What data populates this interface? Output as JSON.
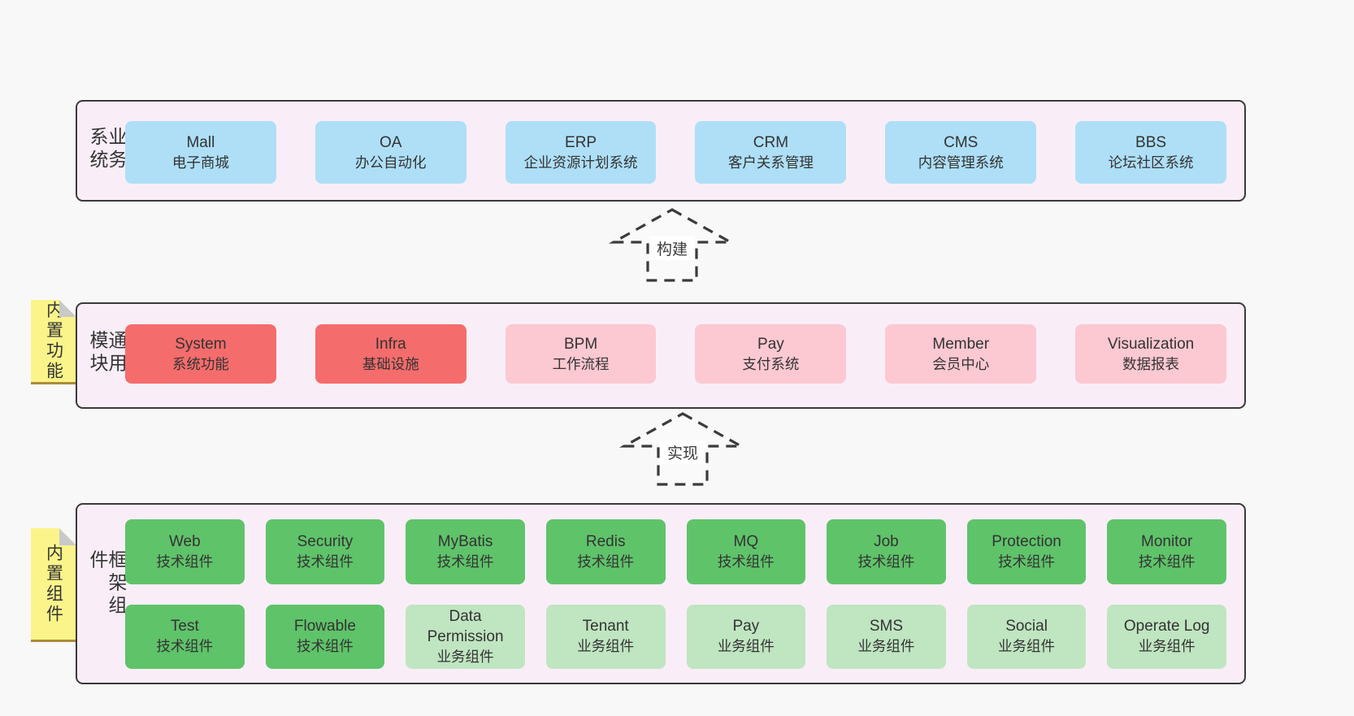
{
  "colors": {
    "page_bg": "#f8f8f8",
    "band_bg": "#f9eef7",
    "band_border": "#3a3a3a",
    "blue_box": "#aedff7",
    "red_box": "#f56c6c",
    "pink_box": "#fcc8d2",
    "green_box": "#5fc36a",
    "green_light_box": "#c0e5c1",
    "note_yellow": "#faf48a",
    "note_fold_gray": "#c9c9c9",
    "text": "#333333"
  },
  "arrows": [
    {
      "label": "构建"
    },
    {
      "label": "实现"
    }
  ],
  "sections": [
    {
      "label": "业务系统",
      "items": [
        {
          "name": "Mall",
          "desc": "电子商城"
        },
        {
          "name": "OA",
          "desc": "办公自动化"
        },
        {
          "name": "ERP",
          "desc": "企业资源计划系统"
        },
        {
          "name": "CRM",
          "desc": "客户关系管理"
        },
        {
          "name": "CMS",
          "desc": "内容管理系统"
        },
        {
          "name": "BBS",
          "desc": "论坛社区系统"
        }
      ]
    },
    {
      "label": "通用模块",
      "note": "内置功能",
      "items": [
        {
          "name": "System",
          "desc": "系统功能"
        },
        {
          "name": "Infra",
          "desc": "基础设施"
        },
        {
          "name": "BPM",
          "desc": "工作流程"
        },
        {
          "name": "Pay",
          "desc": "支付系统"
        },
        {
          "name": "Member",
          "desc": "会员中心"
        },
        {
          "name": "Visualization",
          "desc": "数据报表"
        }
      ]
    },
    {
      "label": "框架组件",
      "note": "内置组件",
      "rows": [
        [
          {
            "name": "Web",
            "desc": "技术组件"
          },
          {
            "name": "Security",
            "desc": "技术组件"
          },
          {
            "name": "MyBatis",
            "desc": "技术组件"
          },
          {
            "name": "Redis",
            "desc": "技术组件"
          },
          {
            "name": "MQ",
            "desc": "技术组件"
          },
          {
            "name": "Job",
            "desc": "技术组件"
          },
          {
            "name": "Protection",
            "desc": "技术组件"
          },
          {
            "name": "Monitor",
            "desc": "技术组件"
          }
        ],
        [
          {
            "name": "Test",
            "desc": "技术组件"
          },
          {
            "name": "Flowable",
            "desc": "技术组件"
          },
          {
            "name": "Data Permission",
            "desc": "业务组件"
          },
          {
            "name": "Tenant",
            "desc": "业务组件"
          },
          {
            "name": "Pay",
            "desc": "业务组件"
          },
          {
            "name": "SMS",
            "desc": "业务组件"
          },
          {
            "name": "Social",
            "desc": "业务组件"
          },
          {
            "name": "Operate Log",
            "desc": "业务组件"
          }
        ]
      ]
    }
  ]
}
